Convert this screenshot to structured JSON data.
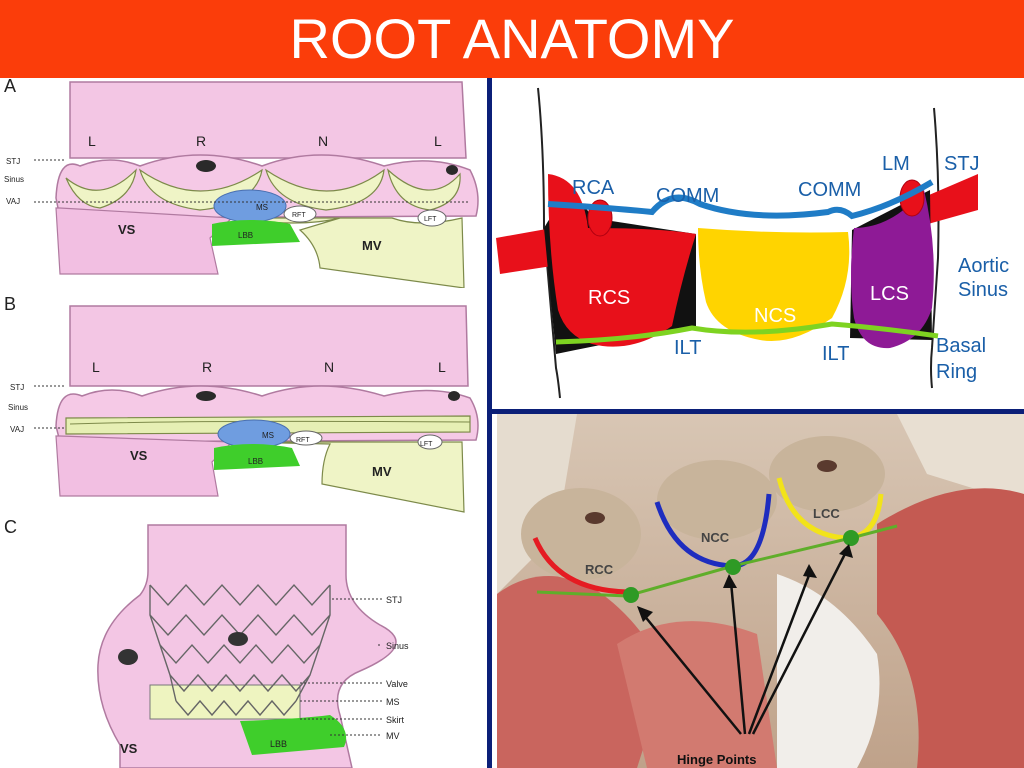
{
  "title": "ROOT ANATOMY",
  "colors": {
    "title_bar": "#fb3d0a",
    "divider": "#0b1f78",
    "vessel_pink": "#f3c6e4",
    "leaflet_cream": "#eff4c6",
    "septum_blue": "#6f9de0",
    "lbb_green": "#3fce2b",
    "rcs_red": "#e8101a",
    "ncs_yellow": "#ffd400",
    "lcs_purple": "#8e1a96",
    "comm_blue": "#1f7cc6",
    "basal_green": "#7ed321"
  },
  "panel_a": {
    "letter": "A",
    "cusps": [
      "L",
      "R",
      "N",
      "L"
    ],
    "side_labels": [
      "STJ",
      "Sinus",
      "VAJ"
    ],
    "regions": {
      "vs": "VS",
      "ms": "MS",
      "rft": "RFT",
      "lft": "LFT",
      "lbb": "LBB",
      "mv": "MV"
    }
  },
  "panel_b": {
    "letter": "B",
    "cusps": [
      "L",
      "R",
      "N",
      "L"
    ],
    "side_labels": [
      "STJ",
      "Sinus",
      "VAJ"
    ],
    "regions": {
      "vs": "VS",
      "ms": "MS",
      "rft": "RFT",
      "lft": "LFT",
      "lbb": "LBB",
      "mv": "MV"
    }
  },
  "panel_c": {
    "letter": "C",
    "right_labels": [
      "STJ",
      "Sinus",
      "Valve",
      "MS",
      "Skirt",
      "MV"
    ],
    "regions": {
      "vs": "VS",
      "lbb": "LBB"
    }
  },
  "panel_d": {
    "labels": {
      "rca": "RCA",
      "comm_left": "COMM",
      "comm_right": "COMM",
      "lm": "LM",
      "stj": "STJ",
      "aortic": "Aortic",
      "sinus": "Sinus",
      "rcs": "RCS",
      "ncs": "NCS",
      "lcs": "LCS",
      "ilt_left": "ILT",
      "ilt_right": "ILT",
      "basal": "Basal",
      "ring": "Ring"
    }
  },
  "panel_e": {
    "labels": {
      "rcc": "RCC",
      "ncc": "NCC",
      "lcc": "LCC",
      "hinge": "Hinge Points"
    }
  }
}
